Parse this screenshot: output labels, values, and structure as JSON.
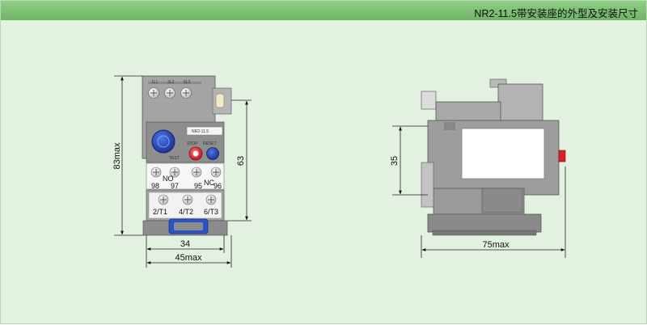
{
  "header": {
    "title": "NR2-11.5带安装座的外型及安装尺寸"
  },
  "front_view": {
    "top_terminals": [
      "1L1",
      "3L2",
      "5L3"
    ],
    "aux_labels": [
      "NO",
      "NC"
    ],
    "aux_numbers": [
      "98",
      "97",
      "95",
      "96"
    ],
    "bottom_terminals": [
      "2/T1",
      "4/T2",
      "6/T3"
    ],
    "button_labels": [
      "TEST",
      "STOP",
      "RESET"
    ],
    "nameplate": "NR2-11.5",
    "dims": {
      "height": "83max",
      "mount_height": "63",
      "width_inner": "34",
      "width_outer": "45max"
    }
  },
  "side_view": {
    "dims": {
      "height": "35",
      "depth": "75max"
    }
  },
  "colors": {
    "header": "#7cc274",
    "background": "#e3f2e0",
    "body": "#9a9a9a",
    "test_button": "#2646b8",
    "stop_button": "#e21f2c"
  }
}
